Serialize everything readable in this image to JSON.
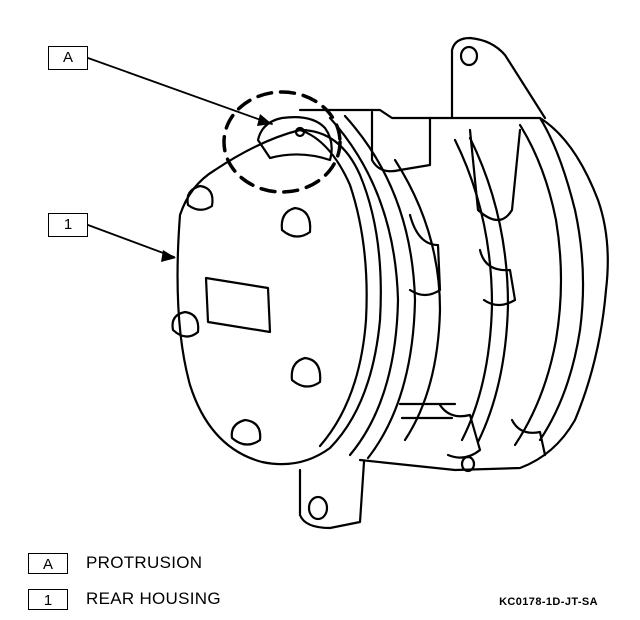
{
  "callouts": {
    "a": "A",
    "one": "1"
  },
  "legend": [
    {
      "key": "A",
      "text": "PROTRUSION"
    },
    {
      "key": "1",
      "text": "REAR HOUSING"
    }
  ],
  "figure_code": "KC0178-1D-JT-SA"
}
